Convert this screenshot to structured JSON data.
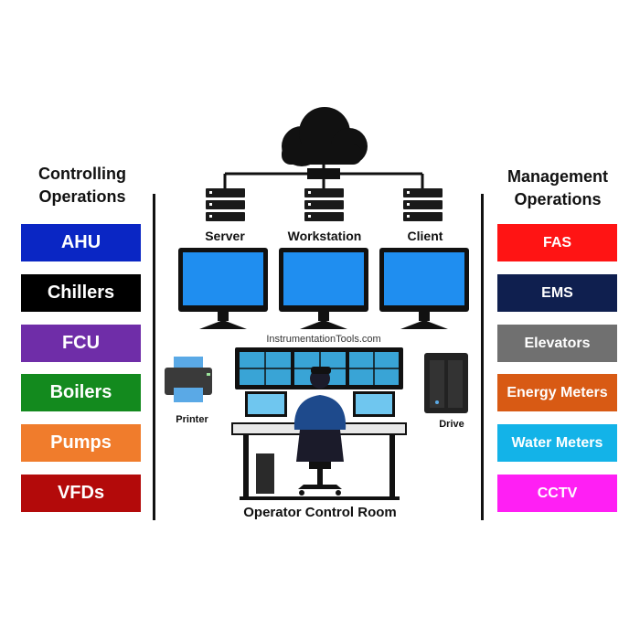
{
  "controlling": {
    "title_line1": "Controlling",
    "title_line2": "Operations",
    "items": [
      {
        "label": "AHU",
        "color": "#0a26c4"
      },
      {
        "label": "Chillers",
        "color": "#000000"
      },
      {
        "label": "FCU",
        "color": "#6f2da8"
      },
      {
        "label": "Boilers",
        "color": "#138a1e"
      },
      {
        "label": "Pumps",
        "color": "#f07c2c"
      },
      {
        "label": "VFDs",
        "color": "#b30a0a"
      }
    ]
  },
  "management": {
    "title_line1": "Management",
    "title_line2": "Operations",
    "items": [
      {
        "label": "FAS",
        "color": "#ff1414"
      },
      {
        "label": "EMS",
        "color": "#0f1f4f"
      },
      {
        "label": "Elevators",
        "color": "#707070"
      },
      {
        "label": "Energy Meters",
        "color": "#d85a14"
      },
      {
        "label": "Water Meters",
        "color": "#13b3e8"
      },
      {
        "label": "CCTV",
        "color": "#ff1ff4"
      }
    ]
  },
  "network": {
    "server": "Server",
    "workstation": "Workstation",
    "client": "Client"
  },
  "room": {
    "watermark": "InstrumentationTools.com",
    "printer": "Printer",
    "drive": "Drive",
    "caption": "Operator Control Room"
  }
}
